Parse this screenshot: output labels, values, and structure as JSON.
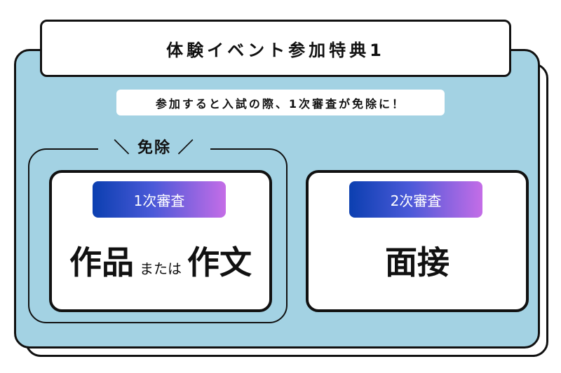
{
  "header": {
    "title": "体験イベント参加特典1"
  },
  "subtitle": "参加すると入試の際、1次審査が免除に！",
  "exemption": {
    "label": "＼ 免除 ／"
  },
  "cards": [
    {
      "badge": "1次審査",
      "main_left": "作品",
      "connector": "または",
      "main_right": "作文"
    },
    {
      "badge": "2次審査",
      "main": "面接"
    }
  ],
  "colors": {
    "panel": "#a3d2e3",
    "badge_gradient_start": "#0b3fb0",
    "badge_gradient_end": "#c46de7"
  }
}
